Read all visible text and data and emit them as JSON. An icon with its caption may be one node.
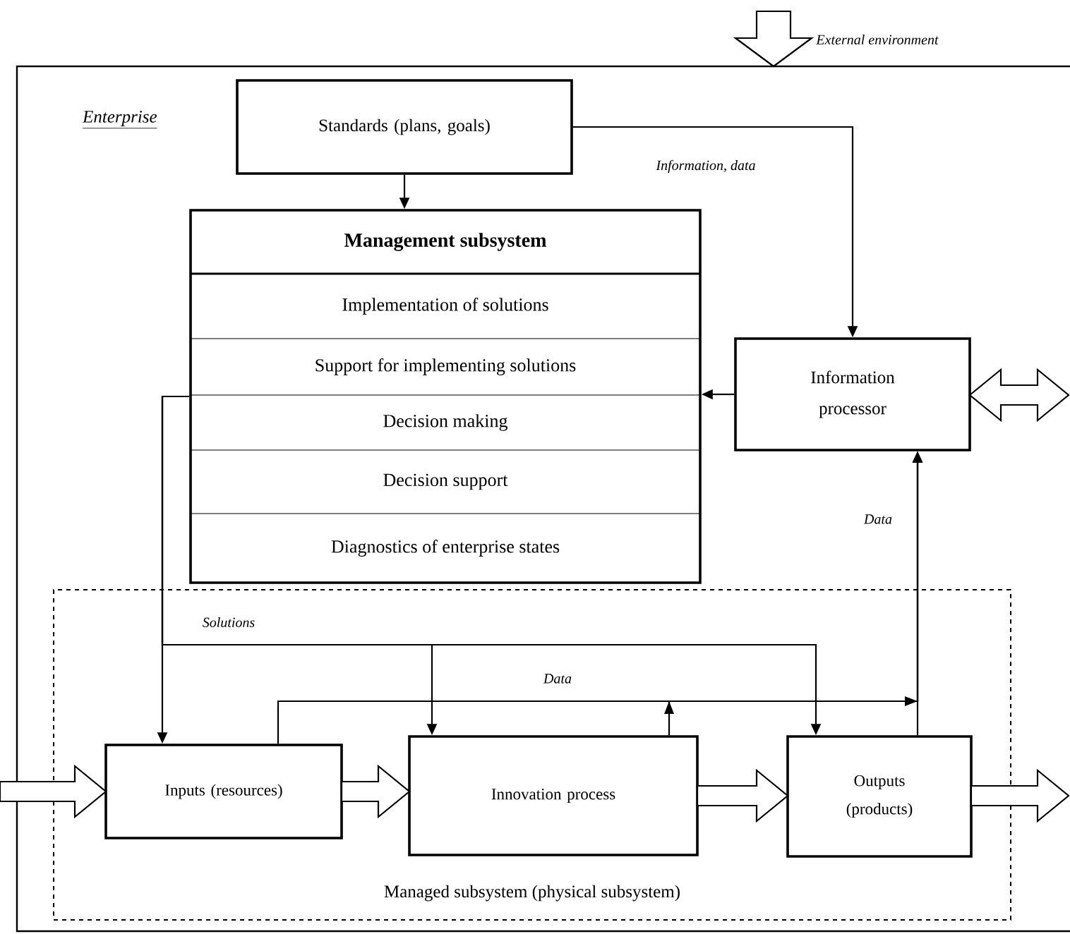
{
  "diagram": {
    "nodes": [
      {
        "text": [
          "Enterprise"
        ]
      },
      {
        "text": [
          "Standards (plans, goals)"
        ],
        "in": 0
      },
      {
        "text": [
          "Management subsystem",
          "Implementation of solutions",
          "Support for implementing solutions",
          "Decision making",
          "Decision support",
          "Diagnostics of enterprise states"
        ],
        "in": 0
      },
      {
        "text": [
          "Information processor"
        ],
        "in": 0
      },
      {
        "text": [
          "Managed subsystem (physical subsystem)"
        ],
        "in": 0
      },
      {
        "text": [
          "Inputs (resources)"
        ],
        "in": 4
      },
      {
        "text": [
          "Innovation process"
        ],
        "in": 4
      },
      {
        "text": [
          "Outputs (products)"
        ],
        "in": 4
      }
    ],
    "edges": [
      {
        "from": null,
        "to": 0,
        "arrow": "to",
        "style": "thick",
        "label": "External environment"
      },
      {
        "from": 1,
        "to": 2,
        "arrow": "to"
      },
      {
        "from": 1,
        "to": 3,
        "arrow": "to",
        "label": "Information, data"
      },
      {
        "from": 3,
        "to": 2,
        "arrow": "to"
      },
      {
        "from": 3,
        "to": null,
        "arrow": "both",
        "style": "thick"
      },
      {
        "from": 2,
        "to": 5,
        "arrow": "to",
        "label": "Solutions"
      },
      {
        "from": 2,
        "to": 6,
        "arrow": "to"
      },
      {
        "from": 2,
        "to": 7,
        "arrow": "to"
      },
      {
        "from": 5,
        "to": 3,
        "arrow": "to",
        "label": "Data"
      },
      {
        "from": 6,
        "to": 3,
        "arrow": "to"
      },
      {
        "from": 7,
        "to": 3,
        "arrow": "to",
        "label": "Data"
      },
      {
        "from": null,
        "to": 5,
        "arrow": "to",
        "style": "thick"
      },
      {
        "from": 5,
        "to": 6,
        "arrow": "to",
        "style": "thick"
      },
      {
        "from": 6,
        "to": 7,
        "arrow": "to",
        "style": "thick"
      },
      {
        "from": 7,
        "to": null,
        "arrow": "to",
        "style": "thick"
      }
    ]
  }
}
